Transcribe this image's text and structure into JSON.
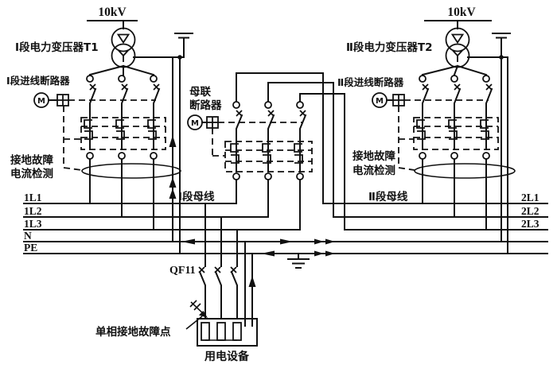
{
  "diagram": {
    "source_voltage": "10kV",
    "motor_label": "M",
    "section1": {
      "transformer_label": "Ⅰ段电力变压器T1",
      "incoming_breaker_label": "Ⅰ段进线断路器",
      "ground_fault_label_line1": "接地故障",
      "ground_fault_label_line2": "电流检测",
      "busbar_label": "Ⅰ段母线"
    },
    "section2": {
      "transformer_label": "Ⅱ段电力变压器T2",
      "incoming_breaker_label": "Ⅱ段进线断路器",
      "ground_fault_label_line1": "接地故障",
      "ground_fault_label_line2": "电流检测",
      "busbar_label": "Ⅱ段母线"
    },
    "bus_tie": {
      "label_line1": "母联",
      "label_line2": "断路器"
    },
    "bus": {
      "l1": "1L1",
      "l2": "1L2",
      "l3": "1L3",
      "n": "N",
      "pe": "PE",
      "r1": "2L1",
      "r2": "2L2",
      "r3": "2L3"
    },
    "load": {
      "breaker": "QF11",
      "fault_point": "单相接地故障点",
      "equipment": "用电设备"
    }
  },
  "colors": {
    "line": "#111111",
    "background": "#ffffff"
  }
}
